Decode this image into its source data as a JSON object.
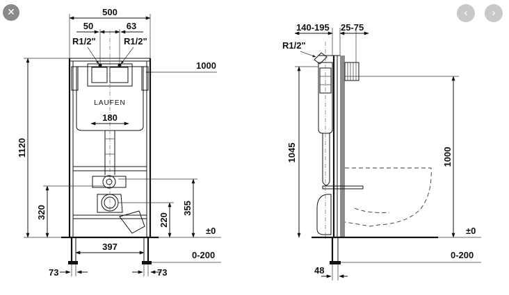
{
  "viewer": {
    "close_icon": "✕",
    "prev_icon": "‹",
    "next_icon": "›"
  },
  "front_view": {
    "brand": "LAUFEN",
    "dim_width": "500",
    "dim_left_offset": "50",
    "dim_right_offset": "63",
    "pipe_left": "R1/2\"",
    "pipe_right": "R1/2\"",
    "dim_top_ref": "1000",
    "dim_height": "1120",
    "dim_cistern_width": "180",
    "dim_bolt_height": "320",
    "dim_drain_height": "220",
    "dim_outlet_height": "355",
    "dim_zero": "±0",
    "dim_adjust": "0-200",
    "dim_feet_span": "397",
    "dim_foot_left": "73",
    "dim_foot_right": "73"
  },
  "side_view": {
    "dim_depth_range": "140-195",
    "dim_wall_range": "25-75",
    "pipe": "R1/2\"",
    "dim_height": "1045",
    "dim_top_ref": "1000",
    "dim_zero": "±0",
    "dim_adjust": "0-200",
    "dim_foot": "48"
  }
}
